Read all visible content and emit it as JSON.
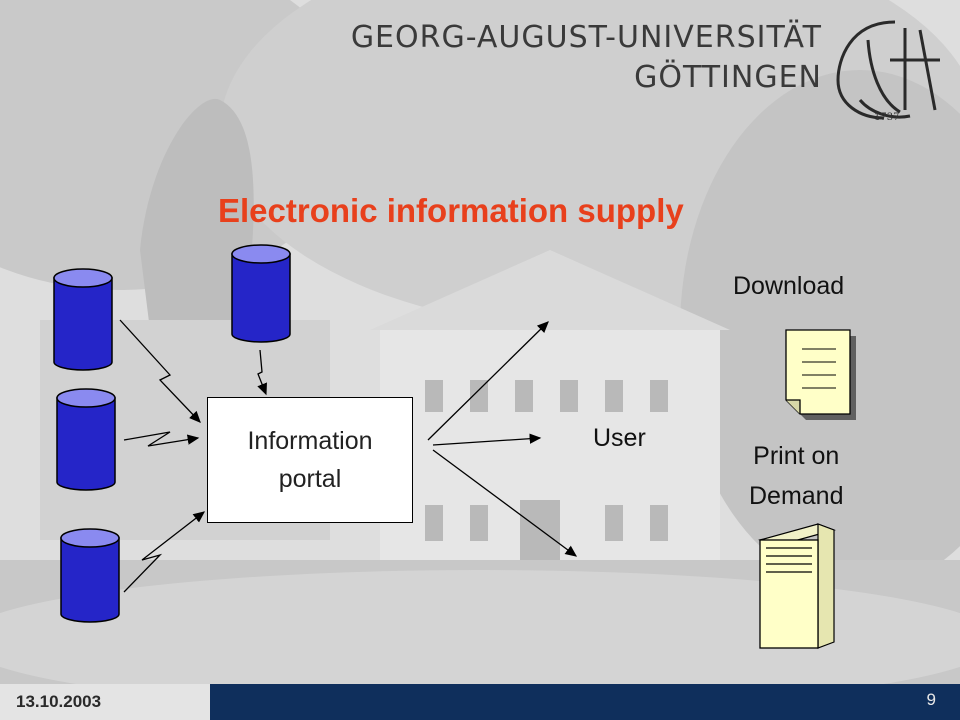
{
  "header": {
    "university_line1": "GEORG-AUGUST-UNIVERSITÄT",
    "university_line2": "GÖTTINGEN",
    "seal_year": "1737"
  },
  "title": "Electronic information supply",
  "diagram": {
    "portal_line1": "Information",
    "portal_line2": "portal",
    "user_label": "User",
    "download_label": "Download",
    "pod_line1": "Print on",
    "pod_line2": "Demand",
    "database_count": 4
  },
  "colors": {
    "title": "#e8401c",
    "database_fill": "#2525c8",
    "database_top": "#8a8af0",
    "document_fill": "#ffffc8",
    "footer_bar": "#0f2f5c"
  },
  "footer": {
    "date": "13.10.2003",
    "page_number": "9"
  }
}
